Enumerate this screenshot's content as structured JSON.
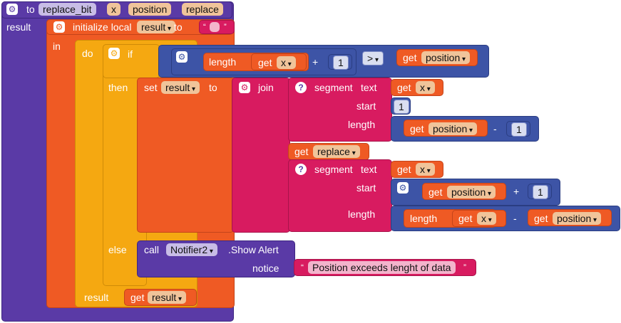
{
  "procedure": {
    "to_label": "to",
    "name": "replace_bit",
    "params": [
      "x",
      "position",
      "replace"
    ],
    "result_label": "result"
  },
  "local": {
    "label": "initialize local",
    "var": "result",
    "to": "to",
    "init_text": "",
    "in": "in"
  },
  "do_block": {
    "do": "do",
    "result_label": "result",
    "get": "get",
    "get_var": "result"
  },
  "if_block": {
    "if": "if",
    "then": "then",
    "else": "else"
  },
  "cond": {
    "length": "length",
    "get": "get",
    "x": "x",
    "plus": "+",
    "one": "1",
    "cmp": ">",
    "position": "position"
  },
  "set_block": {
    "set": "set",
    "var": "result",
    "to": "to"
  },
  "join": {
    "label": "join"
  },
  "seg1": {
    "label": "segment",
    "text": "text",
    "start": "start",
    "length": "length",
    "get": "get",
    "x": "x",
    "start_val": "1",
    "position": "position",
    "minus": "-",
    "one": "1"
  },
  "get_replace": {
    "get": "get",
    "var": "replace"
  },
  "seg2": {
    "label": "segment",
    "text": "text",
    "start": "start",
    "length": "length",
    "get": "get",
    "x": "x",
    "position": "position",
    "plus": "+",
    "one": "1",
    "len_label": "length",
    "minus": "-"
  },
  "call": {
    "call": "call",
    "component": "Notifier2",
    "method": ".Show Alert",
    "notice": "notice",
    "message": "Position exceeds lenght of data",
    "open_quote": "“",
    "close_quote": "”"
  }
}
